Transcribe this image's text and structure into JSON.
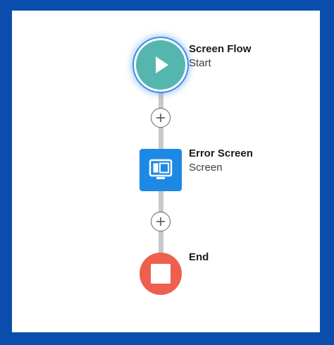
{
  "flow": {
    "start": {
      "title": "Screen Flow",
      "subtitle": "Start",
      "icon": "play-icon",
      "color": "#55b6b0"
    },
    "screen": {
      "title": "Error Screen",
      "subtitle": "Screen",
      "icon": "screen-icon",
      "color": "#1e88e5"
    },
    "end": {
      "title": "End",
      "icon": "stop-icon",
      "color": "#ee5f4e"
    },
    "add_buttons": [
      {
        "icon": "plus-icon"
      },
      {
        "icon": "plus-icon"
      }
    ]
  },
  "colors": {
    "frame": "#0a4dad",
    "canvas": "#ffffff",
    "connector": "#c9c9c9",
    "selection_glow": "#3d8ee8"
  }
}
